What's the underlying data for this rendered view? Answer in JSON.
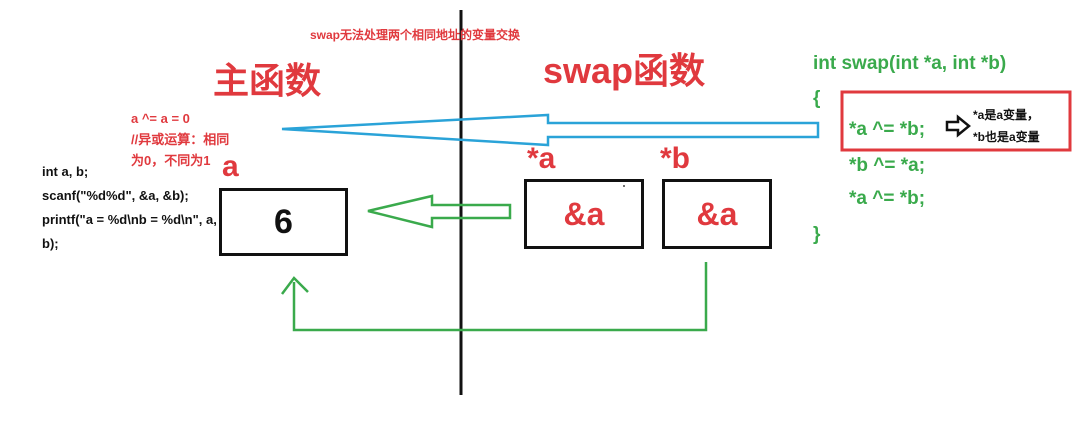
{
  "top_note": "swap无法处理两个相同地址的变量交换",
  "left": {
    "title": "主函数",
    "xor_note": [
      "a ^= a = 0",
      "//异或运算：相同",
      "为0，不同为1"
    ],
    "var_label": "a",
    "var_value": "6",
    "code": [
      "int a, b;",
      "scanf(\"%d%d\", &a, &b);",
      "printf(\"a = %d\\nb = %d\\n\", a,",
      "b);"
    ]
  },
  "middle": {
    "title": "swap函数",
    "ptr_a_label": "*a",
    "ptr_a_value": "&a",
    "ptr_b_label": "*b",
    "ptr_b_value": "&a"
  },
  "right": {
    "signature": "int swap(int *a, int *b)",
    "open_brace": "{",
    "lines": [
      "*a ^= *b;",
      "*b ^= *a;",
      "*a ^= *b;"
    ],
    "close_brace": "}",
    "callout": [
      "*a是a变量，",
      "*b也是a变量"
    ]
  },
  "colors": {
    "red": "#e0393e",
    "green": "#3aaa4c",
    "blue": "#2aa3d8",
    "black": "#111111"
  }
}
